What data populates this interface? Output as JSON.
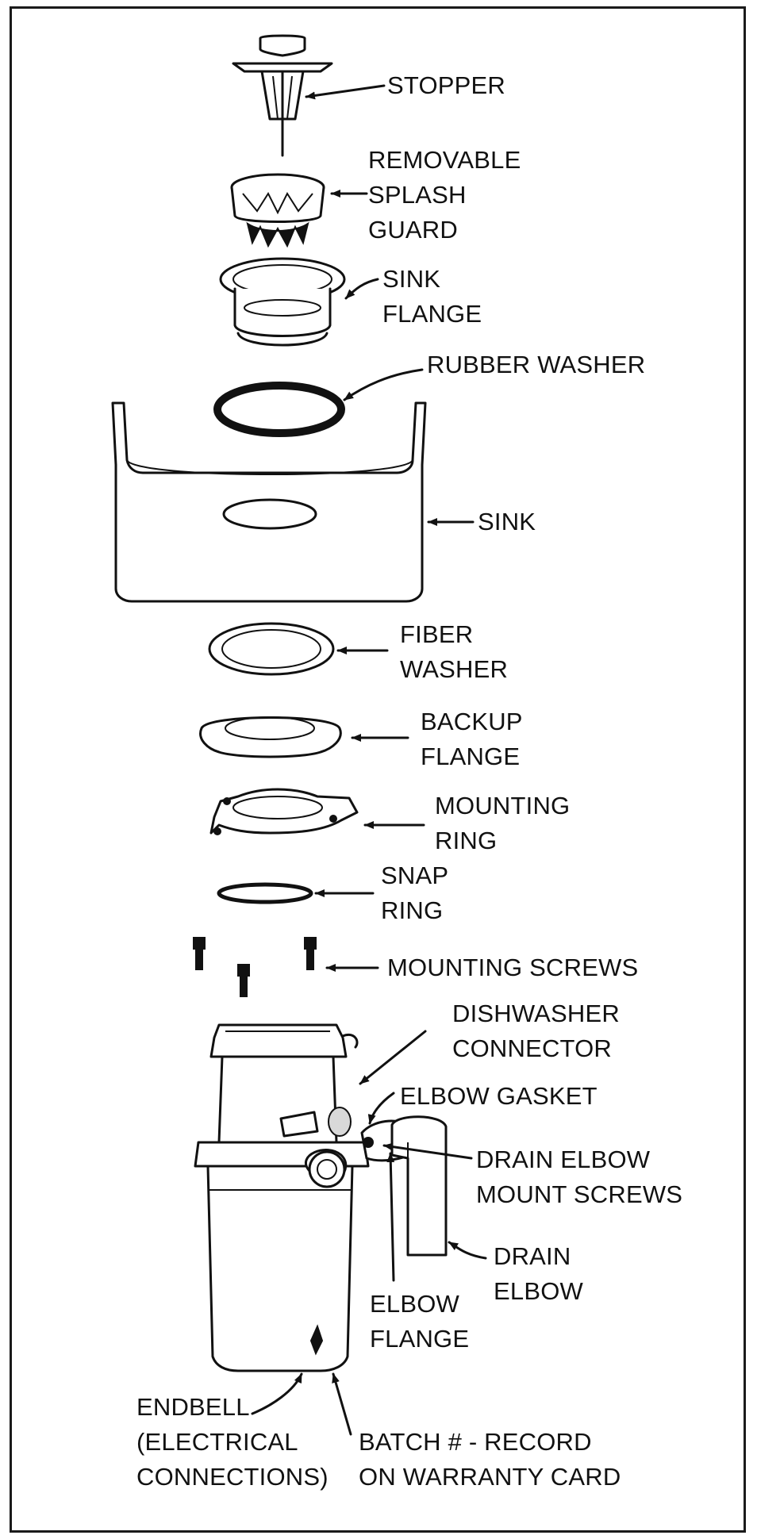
{
  "labels": {
    "stopper": [
      "STOPPER"
    ],
    "splash_guard": [
      "REMOVABLE",
      "SPLASH",
      "GUARD"
    ],
    "sink_flange": [
      "SINK",
      "FLANGE"
    ],
    "rubber_washer": [
      "RUBBER WASHER"
    ],
    "sink": [
      "SINK"
    ],
    "fiber_washer": [
      "FIBER",
      "WASHER"
    ],
    "backup_flange": [
      "BACKUP",
      "FLANGE"
    ],
    "mounting_ring": [
      "MOUNTING",
      "RING"
    ],
    "snap_ring": [
      "SNAP",
      "RING"
    ],
    "mounting_screws": [
      "MOUNTING SCREWS"
    ],
    "dishwasher_connector": [
      "DISHWASHER",
      "CONNECTOR"
    ],
    "elbow_gasket": [
      "ELBOW GASKET"
    ],
    "drain_elbow_mount_screws": [
      "DRAIN ELBOW",
      "MOUNT SCREWS"
    ],
    "drain_elbow": [
      "DRAIN",
      "ELBOW"
    ],
    "elbow_flange": [
      "ELBOW",
      "FLANGE"
    ],
    "endbell": [
      "ENDBELL",
      "(ELECTRICAL",
      "CONNECTIONS)"
    ],
    "batch": [
      "BATCH # - RECORD",
      "ON WARRANTY CARD"
    ]
  }
}
